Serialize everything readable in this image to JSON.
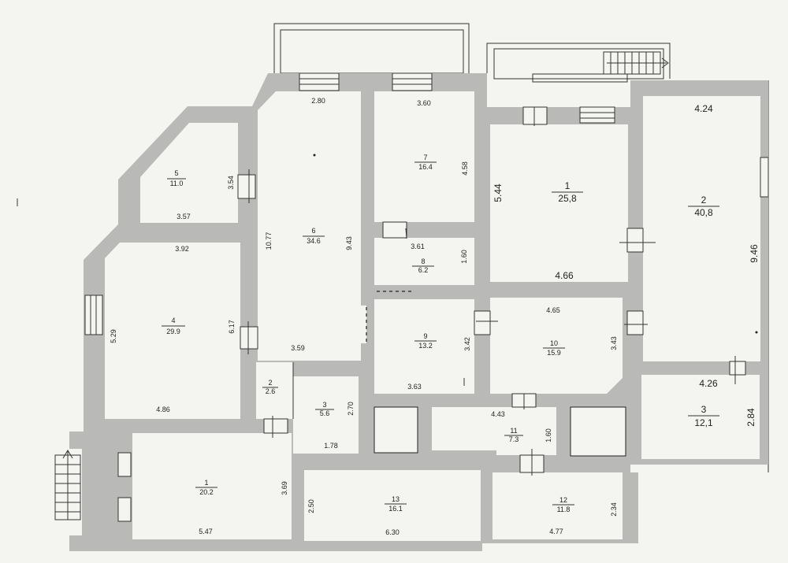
{
  "rooms": {
    "r1_left": {
      "num": "1",
      "area": "20.2"
    },
    "r2_small": {
      "num": "2",
      "area": "2.6"
    },
    "r3_small": {
      "num": "3",
      "area": "5.6"
    },
    "r4": {
      "num": "4",
      "area": "29.9"
    },
    "r5": {
      "num": "5",
      "area": "11.0"
    },
    "r6": {
      "num": "6",
      "area": "34.6"
    },
    "r7": {
      "num": "7",
      "area": "16.4"
    },
    "r8": {
      "num": "8",
      "area": "6.2"
    },
    "r9": {
      "num": "9",
      "area": "13.2"
    },
    "r10": {
      "num": "10",
      "area": "15.9"
    },
    "r11": {
      "num": "11",
      "area": "7.3"
    },
    "r12": {
      "num": "12",
      "area": "11.8"
    },
    "r13": {
      "num": "13",
      "area": "16.1"
    },
    "rR1": {
      "num": "1",
      "area": "25,8"
    },
    "rR2": {
      "num": "2",
      "area": "40,8"
    },
    "rR3": {
      "num": "3",
      "area": "12,1"
    }
  },
  "dims": {
    "d280": "2.80",
    "d360": "3.60",
    "d424": "4.24",
    "d544": "5.44",
    "d946": "9.46",
    "d458": "4.58",
    "d354": "3.54",
    "d357": "3.57",
    "d1077": "10.77",
    "d943": "9.43",
    "d361": "3.61",
    "d160a": "1.60",
    "d466": "4.66",
    "d392": "3.92",
    "d529": "5.29",
    "d617": "6.17",
    "d359": "3.59",
    "d465": "4.65",
    "d342": "3.42",
    "d343": "3.43",
    "d363": "3.63",
    "d426": "4.26",
    "d284": "2.84",
    "d486": "4.86",
    "d270": "2.70",
    "d443": "4.43",
    "d178": "1.78",
    "d160b": "1.60",
    "d369": "3.69",
    "d250": "2.50",
    "d234": "2.34",
    "d547": "5.47",
    "d630": "6.30",
    "d477": "4.77"
  }
}
